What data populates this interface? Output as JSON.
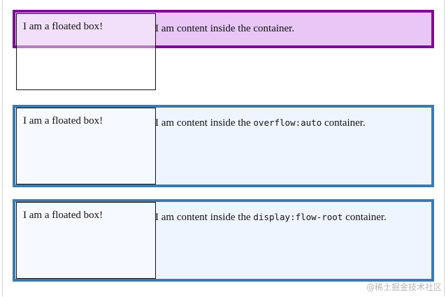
{
  "examples": [
    {
      "float_text": "I am a floated box!",
      "content_before": "I am content inside the container.",
      "content_code": "",
      "content_after": ""
    },
    {
      "float_text": "I am a floated box!",
      "content_before": "I am content inside the ",
      "content_code": "overflow:auto",
      "content_after": " container."
    },
    {
      "float_text": "I am a floated box!",
      "content_before": "I am content inside the ",
      "content_code": "display:flow-root",
      "content_after": " container."
    }
  ],
  "watermark": "@稀土掘金技术社区",
  "colors": {
    "container1_border": "#7a0f93",
    "container1_bg": "#e8c6f6",
    "container_border": "#3a7bb0",
    "container_bg": "#eef5ff"
  }
}
